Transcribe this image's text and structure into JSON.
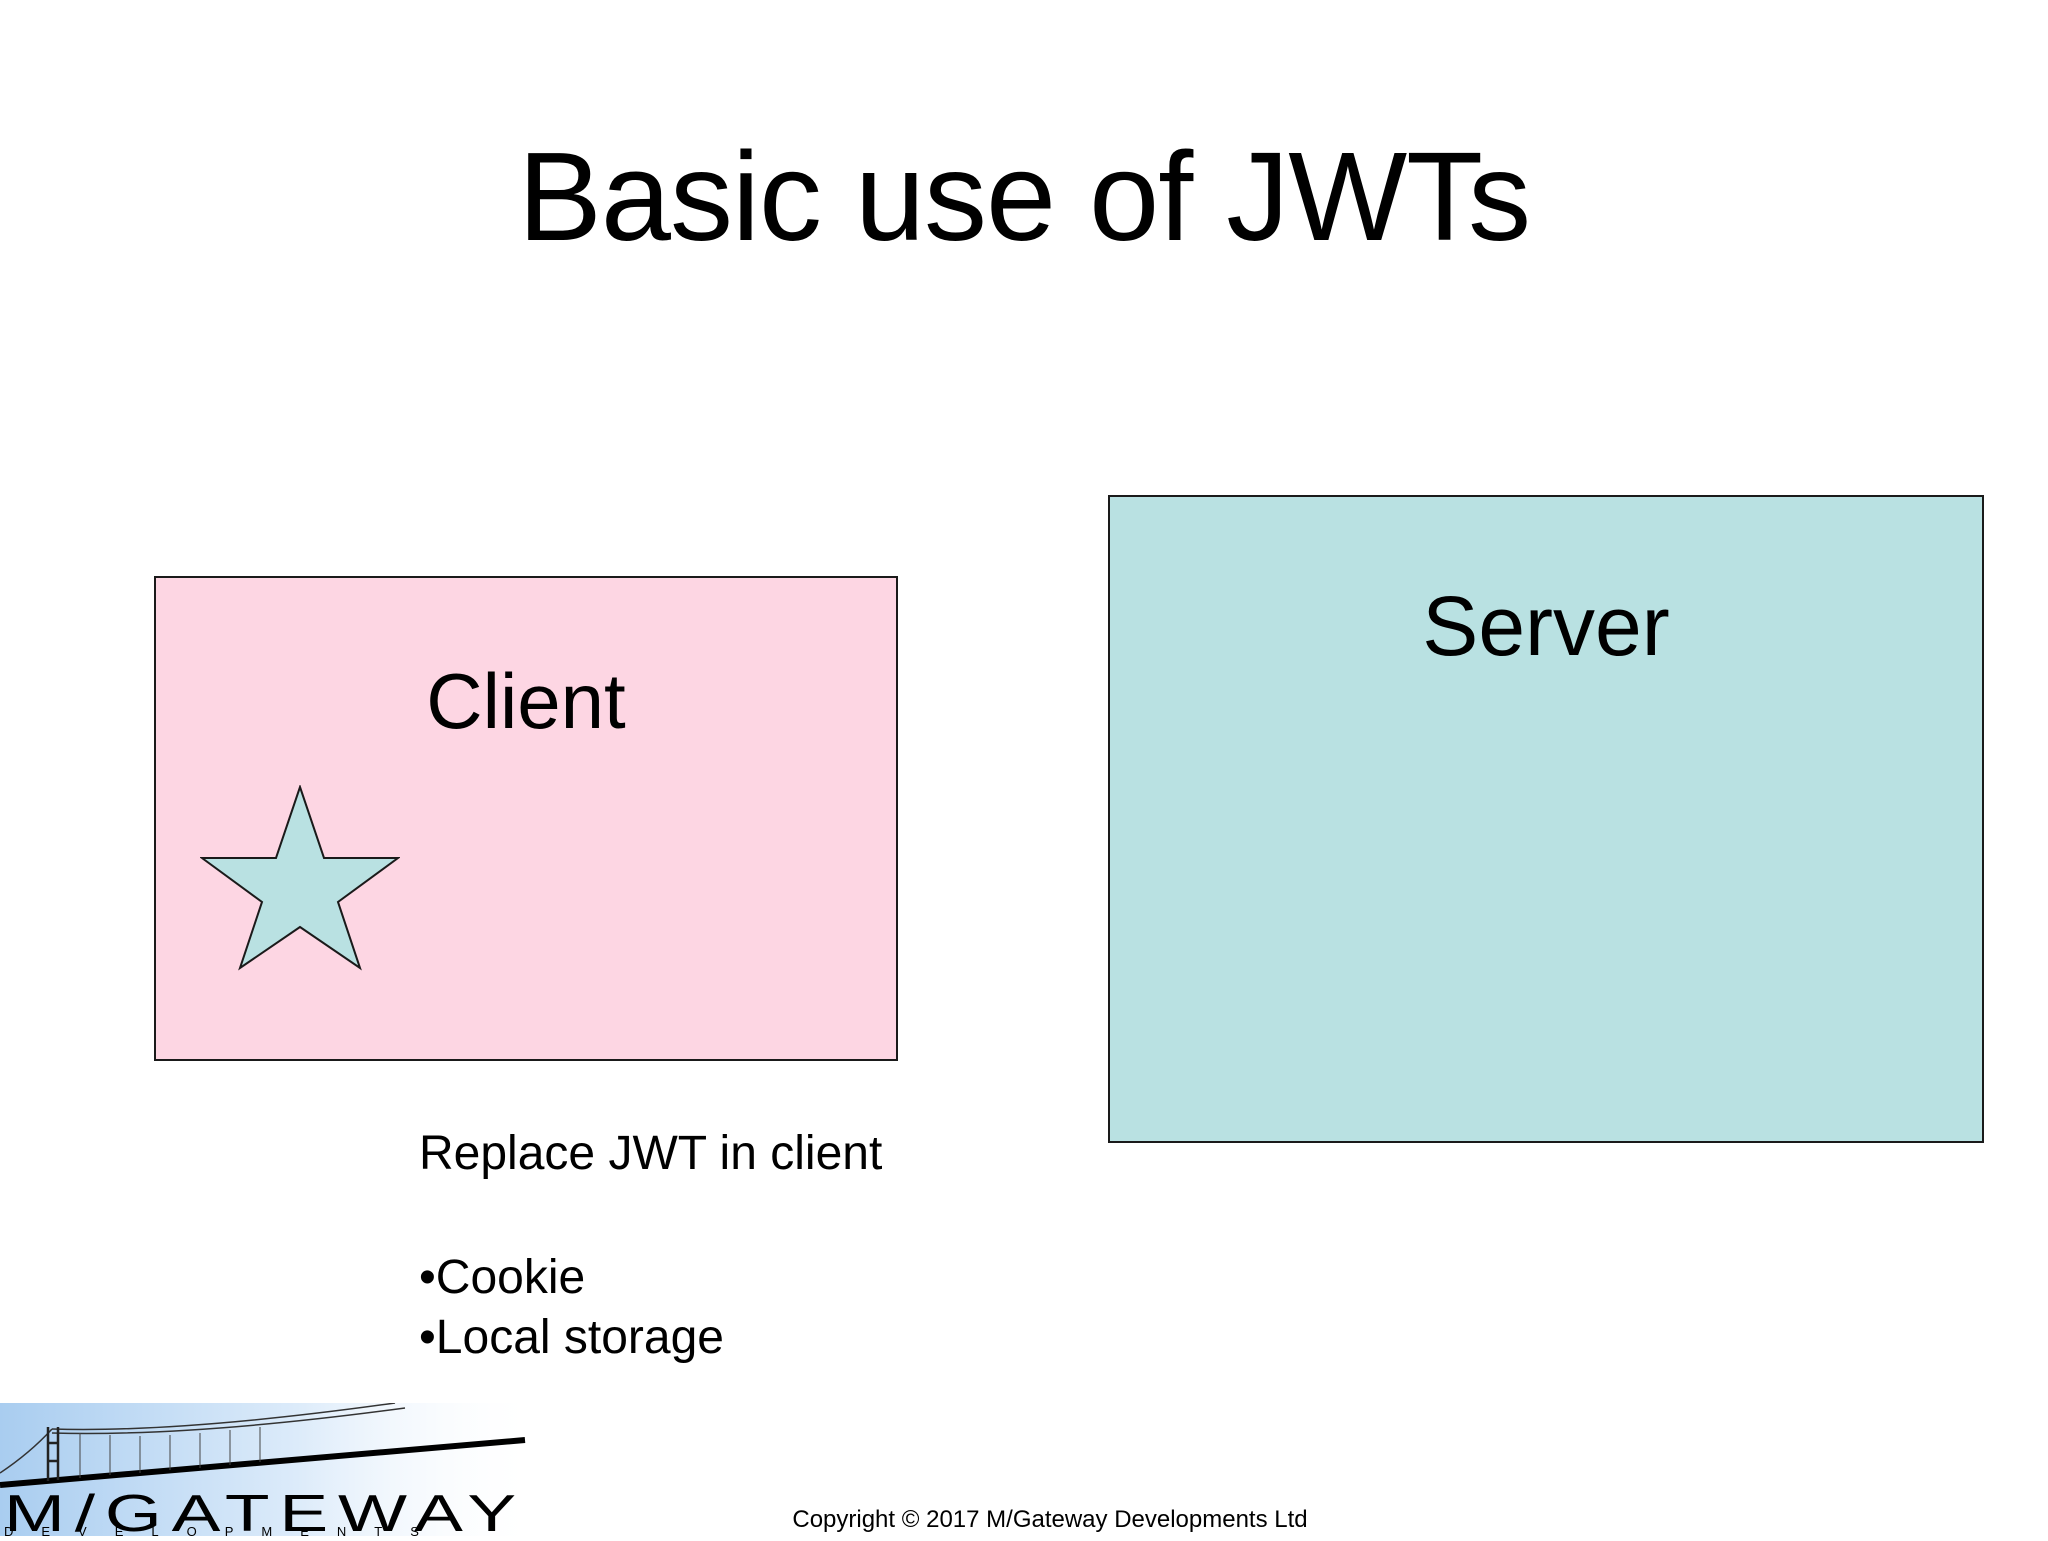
{
  "slide": {
    "title": "Basic use of JWTs"
  },
  "diagram": {
    "client": {
      "label": "Client",
      "fill": "#fdd6e3",
      "token_icon": "star-icon",
      "token_fill": "#b9e1e2"
    },
    "server": {
      "label": "Server",
      "fill": "#b9e1e2"
    },
    "note": {
      "heading": "Replace JWT in client",
      "items": [
        "•Cookie",
        "•Local storage"
      ]
    }
  },
  "footer": {
    "logo": {
      "icon": "bridge-icon",
      "wordmark": "M/GATEWAY",
      "subtitle": "DEVELOPMENTS"
    },
    "copyright": "Copyright © 2017 M/Gateway Developments Ltd"
  }
}
